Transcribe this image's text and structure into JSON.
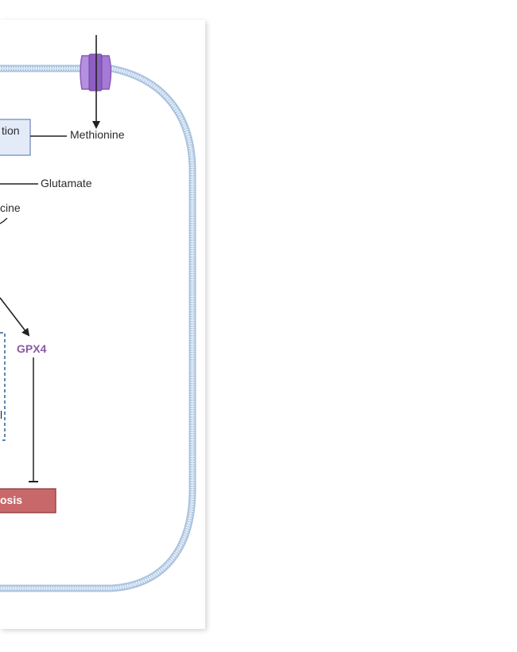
{
  "labels": {
    "box_top": "tion",
    "methionine": "Methionine",
    "glutamate": "Glutamate",
    "partial_cine": "cine",
    "gpx4": "GPX4",
    "dashed_box_fragment": "l",
    "death_box": "osis"
  },
  "colors": {
    "membrane": "#a9c3e0",
    "transporter": "#a77bd0",
    "transporter_dark": "#8a5cb8",
    "box_fill": "#e4ebf8",
    "box_stroke": "#6b84b8",
    "dashed_stroke": "#2f5f8f",
    "gpx4_text": "#8a5aa6",
    "death_fill": "#c9686a",
    "death_stroke": "#8e3b3d",
    "arrow": "#222222"
  }
}
